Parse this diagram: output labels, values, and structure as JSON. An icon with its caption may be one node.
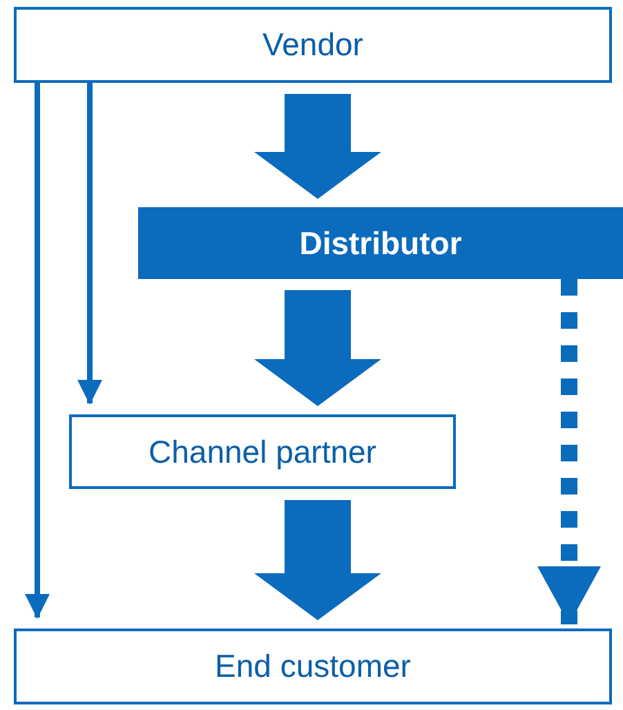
{
  "diagram": {
    "nodes": [
      {
        "text": [
          "Vendor"
        ]
      },
      {
        "text": [
          "Distributor"
        ]
      },
      {
        "text": [
          "Channel partner"
        ]
      },
      {
        "text": [
          "End customer"
        ]
      }
    ],
    "edges": [
      {
        "from": 0,
        "to": 1,
        "arrow": "to",
        "style": "thick"
      },
      {
        "from": 1,
        "to": 2,
        "arrow": "to",
        "style": "thick"
      },
      {
        "from": 2,
        "to": 3,
        "arrow": "to",
        "style": "thick"
      },
      {
        "from": 0,
        "to": 2,
        "arrow": "to"
      },
      {
        "from": 0,
        "to": 3,
        "arrow": "to"
      },
      {
        "from": 1,
        "to": 3,
        "arrow": "to",
        "style": "dashed"
      }
    ]
  }
}
